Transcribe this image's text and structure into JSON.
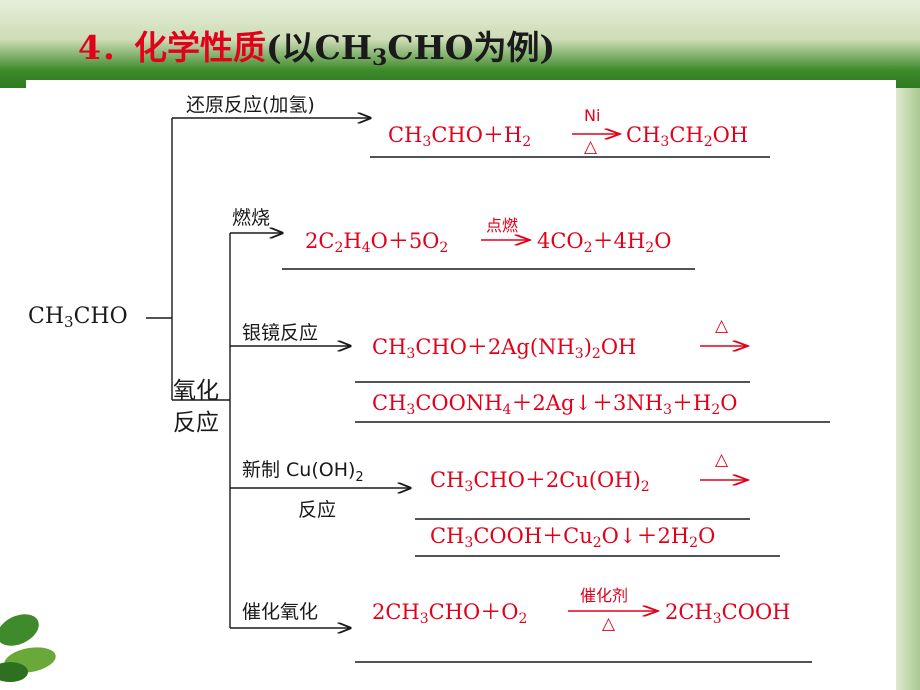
{
  "title": {
    "number": "4．",
    "heading": "化学性质",
    "paren_open": "(以CH",
    "sub3": "3",
    "formula_rest": "CHO为例)"
  },
  "root": {
    "text": "CH",
    "sub": "3",
    "rest": "CHO"
  },
  "oxidation_label": {
    "line1": "氧化",
    "line2": "反应"
  },
  "branches": {
    "reduction": {
      "label": "还原反应(加氢)",
      "condition_top": "Ni",
      "condition_bottom": "△"
    },
    "combustion": {
      "label": "燃烧",
      "condition_top": "点燃"
    },
    "silver_mirror": {
      "label": "银镜反应",
      "condition": "△",
      "precipitate": "↓"
    },
    "cu_oh2": {
      "label_line1": "新制 Cu(OH)",
      "label_sub": "2",
      "label_line2": "反应",
      "condition": "△",
      "precipitate": "↓"
    },
    "catalytic": {
      "label": "催化氧化",
      "condition_top": "催化剂",
      "condition_bottom": "△"
    }
  }
}
